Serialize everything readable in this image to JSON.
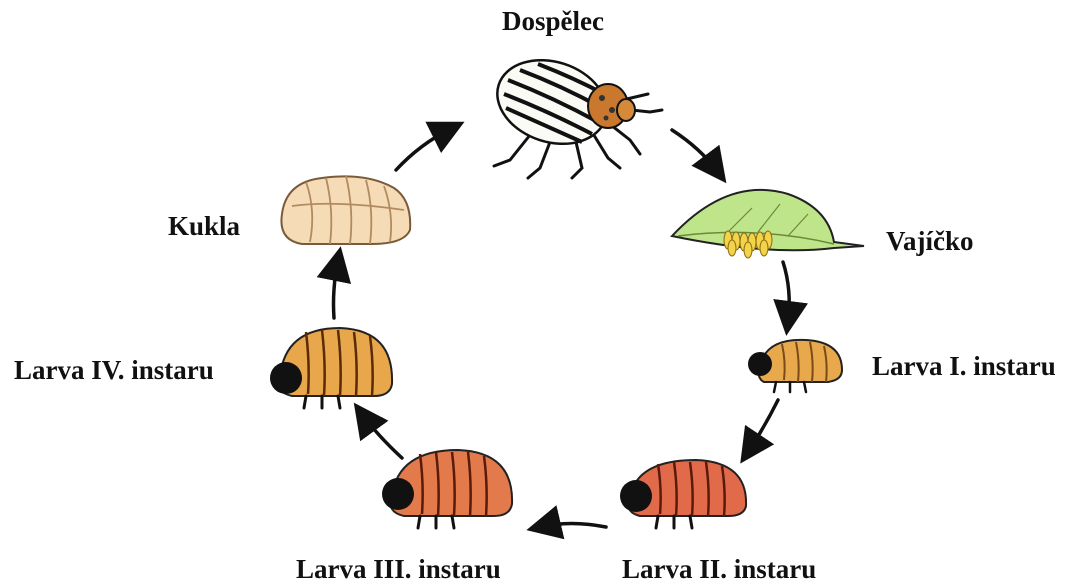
{
  "stages": {
    "adult": {
      "label": "Dospělec"
    },
    "egg": {
      "label": "Vajíčko"
    },
    "larva1": {
      "label": "Larva I. instaru"
    },
    "larva2": {
      "label": "Larva II. instaru"
    },
    "larva3": {
      "label": "Larva III. instaru"
    },
    "larva4": {
      "label": "Larva IV. instaru"
    },
    "pupa": {
      "label": "Kukla"
    }
  },
  "colors": {
    "arrow": "#111111",
    "beetle_head": "#c9782e",
    "leaf": "#bfe58a",
    "eggs": "#f2d34a",
    "larva1": "#e8a94c",
    "larva2": "#e06a4a",
    "larva3": "#e27a4c",
    "larva4": "#e8a74a",
    "pupa": "#f6dcb6"
  }
}
